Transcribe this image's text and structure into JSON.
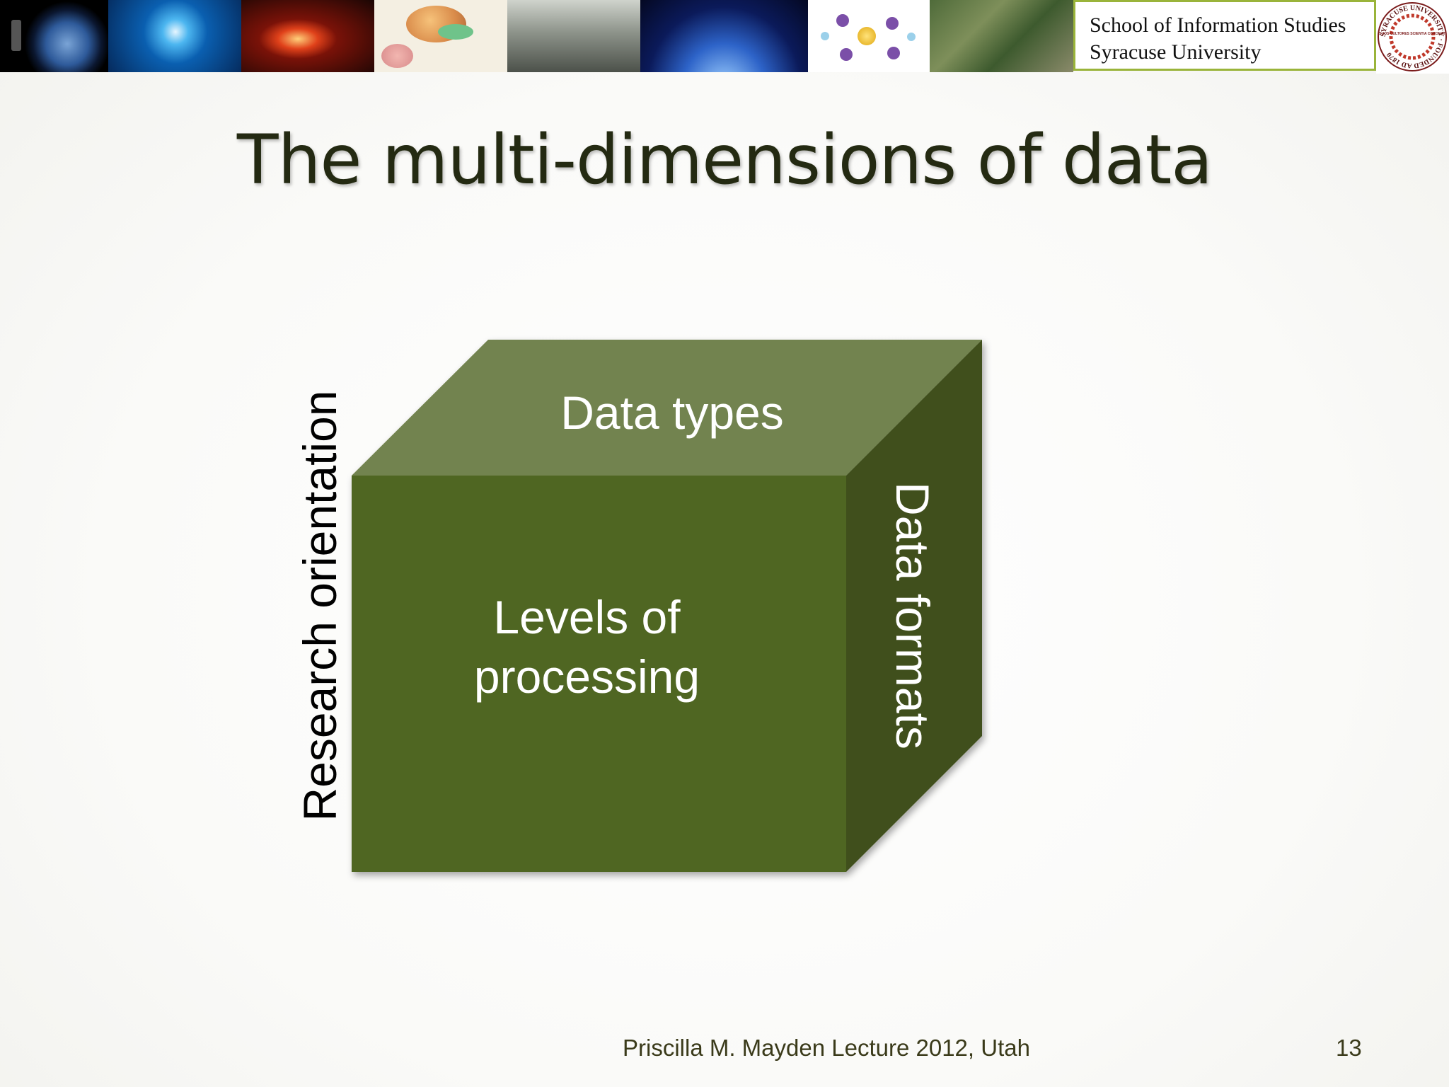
{
  "banner": {
    "line1": "School of Information Studies",
    "line2": "Syracuse University",
    "images": [
      "telescope-earth-image",
      "molecular-network-image",
      "red-vortex-image",
      "brain-anatomy-image",
      "laboratory-image",
      "satellite-image",
      "molecule-structure-image",
      "satellite-map-image"
    ],
    "seal": {
      "outer_text": "SYRACUSE UNIVERSITY · FOUNDED AD 1870",
      "inner_text": "SUOS CULTORES SCIENTIA CORONAT"
    }
  },
  "title": "The multi-dimensions of data",
  "diagram": {
    "front_line1": "Levels of",
    "front_line2": "processing",
    "top_label": "Data types",
    "side_label": "Data formats",
    "left_label": "Research orientation",
    "colors": {
      "front": "#4f6623",
      "top": "#72834f",
      "side": "#3f4f1d"
    }
  },
  "footer": {
    "text": "Priscilla M. Mayden Lecture 2012, Utah",
    "page_number": "13"
  }
}
